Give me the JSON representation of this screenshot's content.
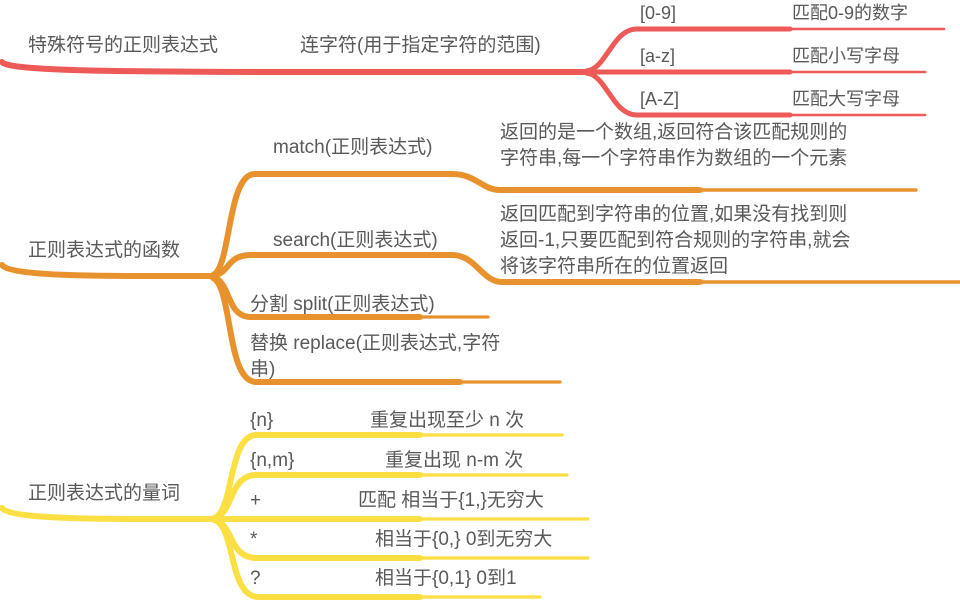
{
  "diagram": {
    "type": "mind-map",
    "title": "正则表达式思维导图",
    "background": "#ffffff",
    "text_color": "#58595b"
  },
  "colors": {
    "red": "#ee5a57",
    "orange": "#e8922e",
    "yellow": "#fbdf43"
  },
  "branches": [
    {
      "id": "special-symbols",
      "color": "#ee5a57",
      "root": "特殊符号的正则表达式",
      "middle": "连字符(用于指定字符的范围)",
      "leaves": [
        {
          "token": "[0-9]",
          "desc": "匹配0-9的数字"
        },
        {
          "token": "[a-z]",
          "desc": "匹配小写字母"
        },
        {
          "token": "[A-Z]",
          "desc": "匹配大写字母"
        }
      ]
    },
    {
      "id": "functions",
      "color": "#e8922e",
      "root": "正则表达式的函数",
      "leaves": [
        {
          "token": "match(正则表达式)",
          "desc": "返回的是一个数组,返回符合该匹配规则的\n字符串,每一个字符串作为数组的一个元素"
        },
        {
          "token": "search(正则表达式)",
          "desc": "返回匹配到字符串的位置,如果没有找到则\n返回-1,只要匹配到符合规则的字符串,就会\n将该字符串所在的位置返回"
        },
        {
          "token": "分割 split(正则表达式)",
          "desc": ""
        },
        {
          "token": "替换 replace(正则表达式,字符\n串)",
          "desc": ""
        }
      ]
    },
    {
      "id": "quantifiers",
      "color": "#fbdf43",
      "root": "正则表达式的量词",
      "leaves": [
        {
          "token": "{n}",
          "desc": "重复出现至少 n 次"
        },
        {
          "token": "{n,m}",
          "desc": "重复出现 n-m 次"
        },
        {
          "token": "+",
          "desc": "匹配 相当于{1,}无穷大"
        },
        {
          "token": "*",
          "desc": "相当于{0,} 0到无穷大"
        },
        {
          "token": "?",
          "desc": "相当于{0,1} 0到1"
        }
      ]
    }
  ]
}
